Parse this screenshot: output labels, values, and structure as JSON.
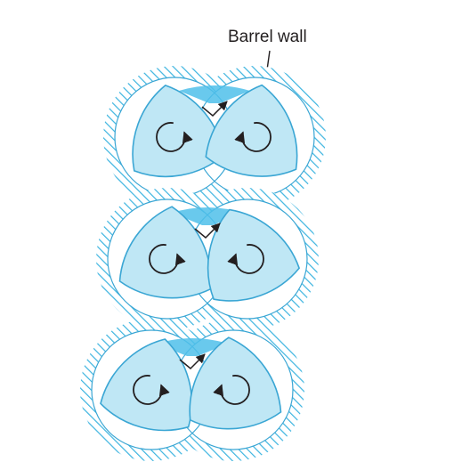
{
  "labels": {
    "barrel_wall": "Barrel wall"
  },
  "colors": {
    "hatch": "#3cb4e0",
    "element_fill": "#bfe7f5",
    "element_stroke": "#3aa6d4",
    "clearance_fill": "#4fc0ea",
    "line": "#231f20",
    "background": "#ffffff"
  },
  "stages": [
    {
      "id": "stage-1",
      "left_rotation": "counterclockwise",
      "right_rotation": "clockwise"
    },
    {
      "id": "stage-2",
      "left_rotation": "counterclockwise",
      "right_rotation": "clockwise"
    },
    {
      "id": "stage-3",
      "left_rotation": "counterclockwise",
      "right_rotation": "clockwise"
    }
  ]
}
